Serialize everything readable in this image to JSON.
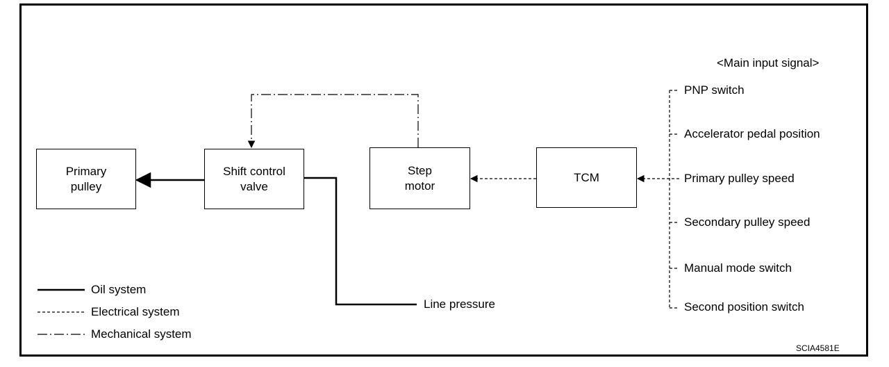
{
  "blocks": {
    "primary_pulley": [
      "Primary",
      "pulley"
    ],
    "shift_control_valve": [
      "Shift control",
      "valve"
    ],
    "step_motor": [
      "Step",
      "motor"
    ],
    "tcm": [
      "TCM"
    ]
  },
  "inputs": {
    "heading": "<Main input signal>",
    "signals": [
      "PNP switch",
      "Accelerator pedal position",
      "Primary pulley speed",
      "Secondary pulley speed",
      "Manual mode switch",
      "Second position switch"
    ]
  },
  "line_pressure": "Line pressure",
  "legend": {
    "oil": "Oil system",
    "electrical": "Electrical system",
    "mechanical": "Mechanical system"
  },
  "figure_code": "SCIA4581E"
}
